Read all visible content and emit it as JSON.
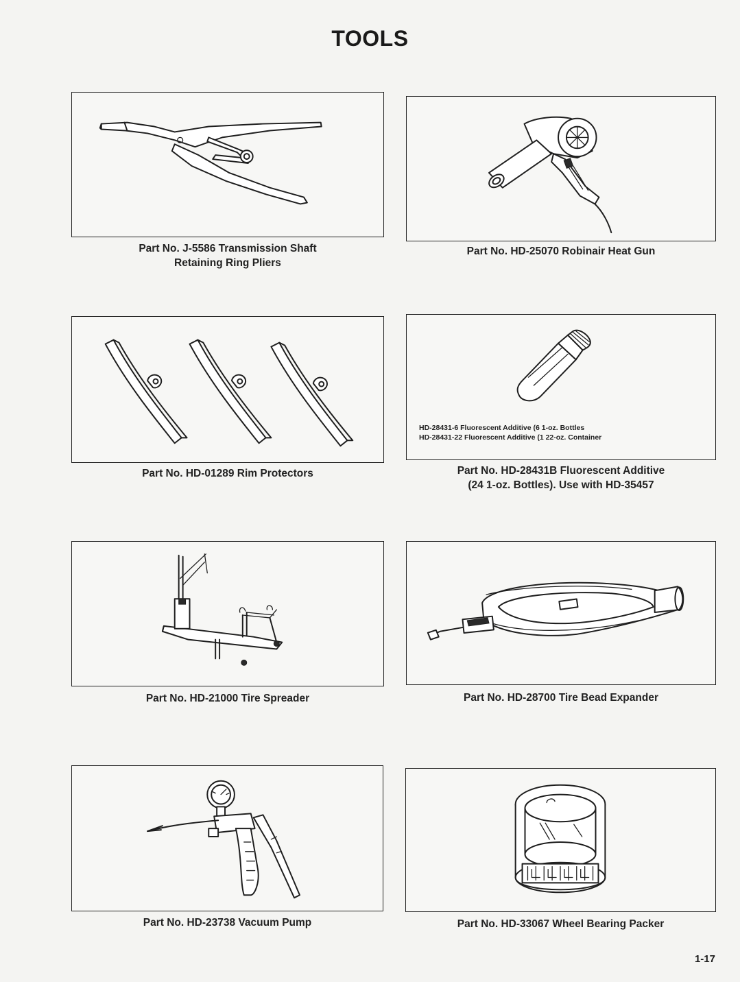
{
  "page": {
    "title": "TOOLS",
    "page_number": "1-17"
  },
  "tools": [
    {
      "caption_line1": "Part No. J-5586 Transmission Shaft",
      "caption_line2": "Retaining Ring Pliers",
      "icon": "retaining-ring-pliers-illustration"
    },
    {
      "caption_line1": "Part No. HD-25070 Robinair Heat Gun",
      "caption_line2": "",
      "icon": "heat-gun-illustration"
    },
    {
      "caption_line1": "Part No. HD-01289 Rim Protectors",
      "caption_line2": "",
      "icon": "rim-protectors-illustration"
    },
    {
      "caption_line1": "Part No. HD-28431B Fluorescent Additive",
      "caption_line2": "(24 1-oz. Bottles). Use with HD-35457",
      "icon": "fluorescent-additive-bottle-illustration",
      "inset_line1": "HD-28431-6 Fluorescent Additive (6 1-oz. Bottles",
      "inset_line2": "HD-28431-22 Fluorescent Additive (1 22-oz. Container"
    },
    {
      "caption_line1": "Part No. HD-21000 Tire Spreader",
      "caption_line2": "",
      "icon": "tire-spreader-illustration"
    },
    {
      "caption_line1": "Part No. HD-28700 Tire Bead Expander",
      "caption_line2": "",
      "icon": "tire-bead-expander-illustration"
    },
    {
      "caption_line1": "Part No. HD-23738 Vacuum Pump",
      "caption_line2": "",
      "icon": "vacuum-pump-illustration"
    },
    {
      "caption_line1": "Part No. HD-33067 Wheel Bearing Packer",
      "caption_line2": "",
      "icon": "wheel-bearing-packer-illustration"
    }
  ]
}
